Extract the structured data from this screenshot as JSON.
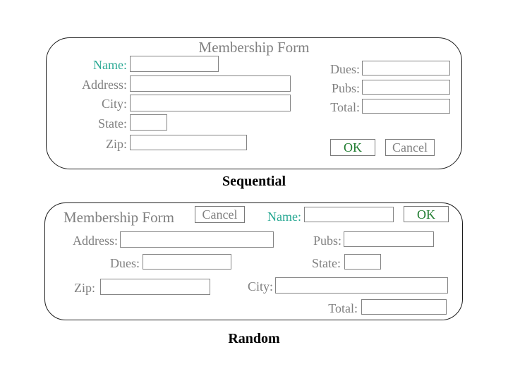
{
  "colors": {
    "label_gray": "#808080",
    "accent_teal": "#2aa994",
    "ok_green": "#1e7b2e",
    "box_border": "#848484",
    "panel_border": "#1c1c1c",
    "caption_black": "#000000"
  },
  "top_form": {
    "title": "Membership Form",
    "caption": "Sequential",
    "labels": {
      "name": "Name:",
      "address": "Address:",
      "city": "City:",
      "state": "State:",
      "zip": "Zip:",
      "dues": "Dues:",
      "pubs": "Pubs:",
      "total": "Total:"
    },
    "values": {
      "name": "",
      "address": "",
      "city": "",
      "state": "",
      "zip": "",
      "dues": "",
      "pubs": "",
      "total": ""
    },
    "buttons": {
      "ok": "OK",
      "cancel": "Cancel"
    }
  },
  "bottom_form": {
    "title": "Membership Form",
    "caption": "Random",
    "labels": {
      "name": "Name:",
      "address": "Address:",
      "city": "City:",
      "state": "State:",
      "zip": "Zip:",
      "dues": "Dues:",
      "pubs": "Pubs:",
      "total": "Total:"
    },
    "values": {
      "name": "",
      "address": "",
      "city": "",
      "state": "",
      "zip": "",
      "dues": "",
      "pubs": "",
      "total": ""
    },
    "buttons": {
      "ok": "OK",
      "cancel": "Cancel"
    }
  }
}
